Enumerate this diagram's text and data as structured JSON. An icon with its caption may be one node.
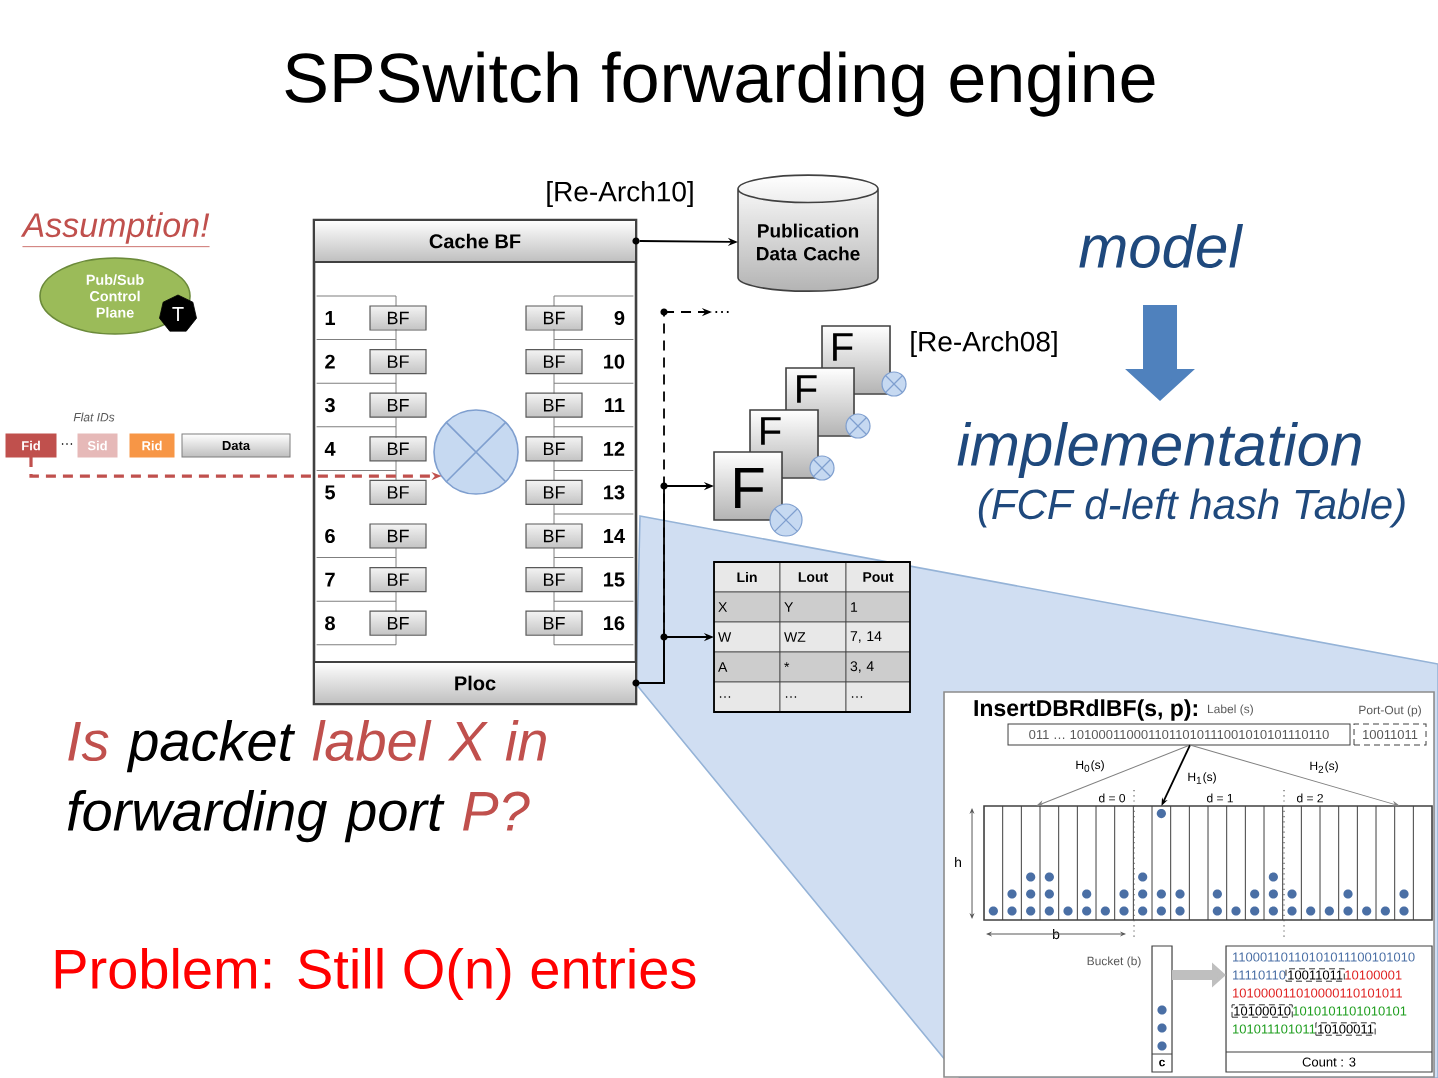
{
  "diagram": {
    "title": "SPSwitch forwarding engine",
    "nodes": [
      {
        "text": [
          "Pub/Sub Control Plane"
        ]
      },
      {
        "text": [
          "T"
        ]
      },
      {
        "text": [
          "Fid"
        ]
      },
      {
        "text": [
          "Sid"
        ]
      },
      {
        "text": [
          "Rid"
        ]
      },
      {
        "text": [
          "Data"
        ]
      },
      {
        "text": [],
        "shape": "box"
      },
      {
        "text": [
          "Cache BF"
        ],
        "in": 6
      },
      {
        "text": [
          "BF"
        ],
        "beside": [
          "1"
        ],
        "in": 6
      },
      {
        "text": [
          "BF"
        ],
        "beside": [
          "2"
        ],
        "in": 6
      },
      {
        "text": [
          "BF"
        ],
        "beside": [
          "3"
        ],
        "in": 6
      },
      {
        "text": [
          "BF"
        ],
        "beside": [
          "4"
        ],
        "in": 6
      },
      {
        "text": [
          "BF"
        ],
        "beside": [
          "5"
        ],
        "in": 6
      },
      {
        "text": [
          "BF"
        ],
        "beside": [
          "6"
        ],
        "in": 6
      },
      {
        "text": [
          "BF"
        ],
        "beside": [
          "7"
        ],
        "in": 6
      },
      {
        "text": [
          "BF"
        ],
        "beside": [
          "8"
        ],
        "in": 6
      },
      {
        "text": [
          "BF"
        ],
        "beside": [
          "9"
        ],
        "in": 6
      },
      {
        "text": [
          "BF"
        ],
        "beside": [
          "10"
        ],
        "in": 6
      },
      {
        "text": [
          "BF"
        ],
        "beside": [
          "11"
        ],
        "in": 6
      },
      {
        "text": [
          "BF"
        ],
        "beside": [
          "12"
        ],
        "in": 6
      },
      {
        "text": [
          "BF"
        ],
        "beside": [
          "13"
        ],
        "in": 6
      },
      {
        "text": [
          "BF"
        ],
        "beside": [
          "14"
        ],
        "in": 6
      },
      {
        "text": [
          "BF"
        ],
        "beside": [
          "15"
        ],
        "in": 6
      },
      {
        "text": [
          "BF"
        ],
        "beside": [
          "16"
        ],
        "in": 6
      },
      {
        "text": [],
        "shape": "circle",
        "in": 6
      },
      {
        "text": [
          "Ploc"
        ],
        "in": 6
      },
      {
        "text": [
          "Publication Data Cache"
        ]
      },
      {
        "text": [
          "…"
        ]
      },
      {
        "text": [
          "F"
        ]
      },
      {
        "text": [
          "F"
        ]
      },
      {
        "text": [
          "F"
        ]
      },
      {
        "text": [
          "F"
        ]
      },
      {
        "text": [
          "Lin",
          "Lout",
          "Pout",
          "X",
          "Y",
          "1",
          "W",
          "WZ",
          "7, 14",
          "A",
          "*",
          "3, 4",
          "…",
          "…",
          "…"
        ]
      },
      {
        "text": [
          "model"
        ]
      },
      {
        "text": [
          "implementation",
          "(FCF d-left hash Table)"
        ]
      },
      {
        "text": [
          "InsertDBRdlBF(s, p):"
        ]
      },
      {
        "text": [
          "011 … 1010001100011011010111001010101110110"
        ],
        "beside": [
          "Label (s)"
        ],
        "in": 35
      },
      {
        "text": [
          "10011011"
        ],
        "beside": [
          "Port-Out (p)"
        ],
        "in": 35
      },
      {
        "text": [],
        "shape": "box",
        "beside": [
          "d = 0",
          "d = 1",
          "d = 2",
          "h",
          "b"
        ],
        "in": 35
      },
      {
        "text": [
          "c"
        ],
        "beside": [
          "Bucket (b)"
        ],
        "in": 35
      },
      {
        "text": [
          "11000110110101011100101010",
          "11110110",
          "10011011",
          "10100001",
          "101000011010000110101011",
          "10100010",
          "1010101101010101",
          "101011101011",
          "10100011",
          "Count : 3"
        ],
        "in": 35
      }
    ],
    "edges": [
      {
        "from": 2,
        "to": 24,
        "arrow": "to",
        "style": "dashed",
        "color": "#c0504d"
      },
      {
        "from": 7,
        "to": 26,
        "arrow": "to"
      },
      {
        "from": 25,
        "to": 27,
        "arrow": "to",
        "style": "dashed"
      },
      {
        "from": 25,
        "to": 31,
        "arrow": "to"
      },
      {
        "from": 25,
        "to": 32,
        "arrow": "to"
      },
      {
        "from": 33,
        "to": 34,
        "arrow": "to",
        "style": "thick",
        "color": "#4f81bd"
      },
      {
        "from": 36,
        "to": 38,
        "arrow": "to",
        "label": "H$_{0}$(s)",
        "color": "#808080"
      },
      {
        "from": 36,
        "to": 38,
        "arrow": "to",
        "label": "H$_{1}$(s)"
      },
      {
        "from": 36,
        "to": 38,
        "arrow": "to",
        "label": "H$_{2}$(s)",
        "color": "#808080"
      },
      {
        "from": 39,
        "to": 40,
        "arrow": "to",
        "style": "thick",
        "color": "#bfbfbf"
      }
    ],
    "labels": [
      "[Re-Arch10]",
      "Assumption!",
      "[Re-Arch08]",
      "Flat IDs",
      "…",
      "Is packet label X in forwarding port P?",
      "Problem: Still O(n) entries"
    ]
  }
}
